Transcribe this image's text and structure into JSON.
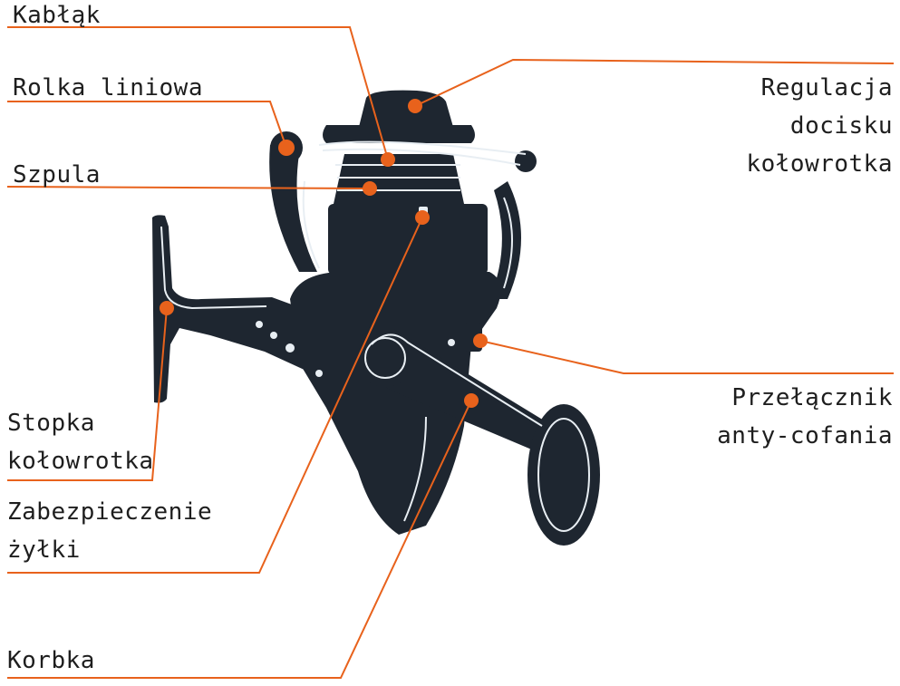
{
  "colors": {
    "accent": "#e8621c",
    "reel": "#1e2630",
    "highlight": "#e8eef3",
    "text": "#1e1e1e"
  },
  "labels": {
    "kablak": "Kabłąk",
    "rolka": "Rolka liniowa",
    "szpula": "Szpula",
    "regulacja": [
      "Regulacja",
      "docisku",
      "kołowrotka"
    ],
    "przelacznik": [
      "Przełącznik",
      "anty-cofania"
    ],
    "stopka": [
      "Stopka",
      "kołowrotka"
    ],
    "zabezpieczenie": [
      "Zabezpieczenie",
      "żyłki"
    ],
    "korbka": "Korbka"
  }
}
